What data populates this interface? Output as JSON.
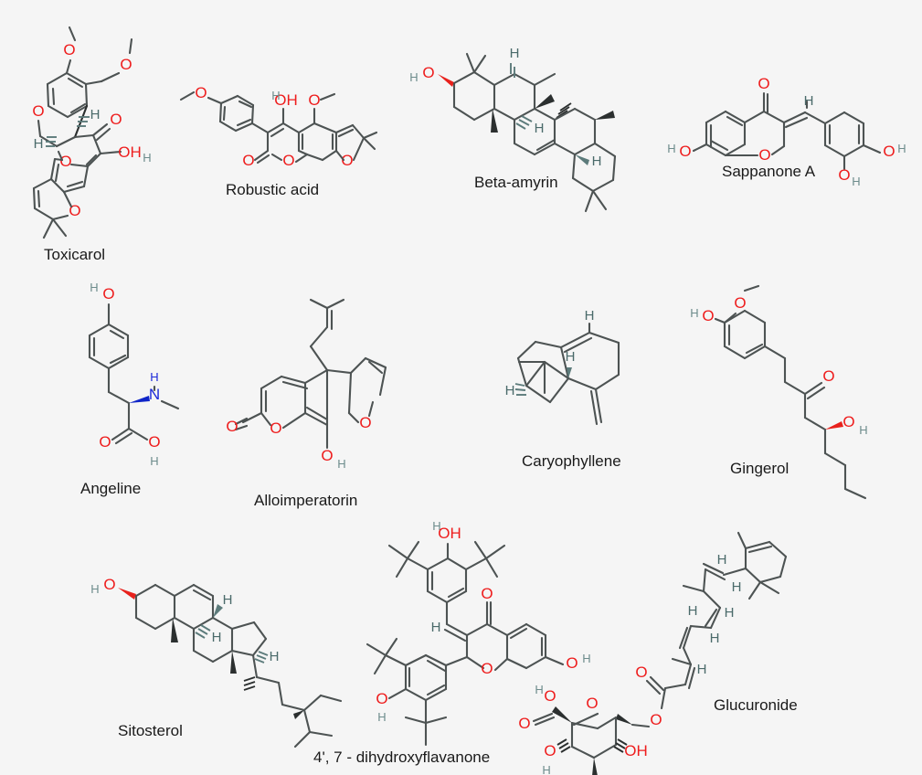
{
  "figure": {
    "type": "chemical-structure-grid",
    "background_color": "#f5f5f5",
    "bond_color": "#4d5353",
    "oxygen_color": "#ee1c1c",
    "nitrogen_color": "#1a28d8",
    "hydrogen_color": "#6d8c8c",
    "label_color": "#1a1a1a",
    "rows": 3,
    "columns": 4,
    "count": 11
  },
  "molecules": [
    {
      "id": "toxicarol",
      "label": "Toxicarol",
      "row": 1,
      "col": 1,
      "atom_labels": [
        "O",
        "O",
        "O",
        "O",
        "O",
        "O",
        "OH",
        "H",
        "H"
      ],
      "features": [
        "two methoxy groups",
        "chromene",
        "rotenoid core",
        "ketone",
        "phenol OH",
        "gem-dimethyl pyran"
      ]
    },
    {
      "id": "robustic-acid",
      "label": "Robustic acid",
      "row": 1,
      "col": 2,
      "atom_labels": [
        "O",
        "O",
        "OH",
        "O",
        "O",
        "O"
      ],
      "features": [
        "4-methoxyphenyl",
        "chromone",
        "hydroxyl",
        "methoxy",
        "2,2-dimethylpyran"
      ]
    },
    {
      "id": "beta-amyrin",
      "label": "Beta-amyrin",
      "row": 1,
      "col": 3,
      "atom_labels": [
        "HO",
        "H",
        "H",
        "H"
      ],
      "features": [
        "pentacyclic triterpene",
        "3-hydroxy",
        "olean-12-ene",
        "eight methyl groups"
      ]
    },
    {
      "id": "sappanone-a",
      "label": "Sappanone A",
      "row": 1,
      "col": 4,
      "atom_labels": [
        "O",
        "HO",
        "O",
        "OH",
        "OH",
        "H"
      ],
      "features": [
        "homoisoflavonoid",
        "benzylidene chroman-4-one",
        "7-hydroxy",
        "3',4'-dihydroxy"
      ]
    },
    {
      "id": "angeline",
      "label": "Angeline",
      "row": 2,
      "col": 1,
      "atom_labels": [
        "HO",
        "H",
        "N",
        "O",
        "OH"
      ],
      "features": [
        "N-methyl tyrosine",
        "phenol",
        "carboxylic acid",
        "stereocenter"
      ]
    },
    {
      "id": "alloimperatorin",
      "label": "Alloimperatorin",
      "row": 2,
      "col": 2,
      "atom_labels": [
        "O",
        "O",
        "O",
        "OH"
      ],
      "features": [
        "furanocoumarin",
        "prenyl side chain",
        "hydroxyl"
      ]
    },
    {
      "id": "caryophyllene",
      "label": "Caryophyllene",
      "row": 2,
      "col": 3,
      "atom_labels": [
        "H",
        "H",
        "H"
      ],
      "features": [
        "bicyclic sesquiterpene",
        "exocyclic methylene",
        "gem-dimethyl cyclobutane"
      ]
    },
    {
      "id": "gingerol",
      "label": "Gingerol",
      "row": 2,
      "col": 4,
      "atom_labels": [
        "HO",
        "O",
        "O",
        "OH"
      ],
      "features": [
        "vanillyl group",
        "methoxy",
        "ketone",
        "secondary alcohol",
        "pentyl chain"
      ]
    },
    {
      "id": "sitosterol",
      "label": "Sitosterol",
      "row": 3,
      "col": 1,
      "atom_labels": [
        "HO",
        "H",
        "H",
        "H"
      ],
      "features": [
        "steroid nucleus",
        "3-hydroxy",
        "delta-5 double bond",
        "ethyl side chain"
      ]
    },
    {
      "id": "dihydroxyflavanone",
      "label": "4', 7 - dihydroxyflavanone",
      "row": 3,
      "col": 2,
      "atom_labels": [
        "OH",
        "O",
        "O",
        "OH",
        "OH",
        "H"
      ],
      "features": [
        "flavanone core",
        "benzylidene",
        "four tert-butyl groups",
        "three hydroxyls"
      ]
    },
    {
      "id": "glucuronide",
      "label": "Glucuronide",
      "row": 3,
      "col": 3,
      "atom_labels": [
        "HO",
        "O",
        "O",
        "O",
        "O",
        "OH",
        "OH",
        "OH",
        "H",
        "H",
        "H",
        "H",
        "H"
      ],
      "features": [
        "retinoyl ester",
        "polyene chain",
        "trimethylcyclohexene",
        "glucuronic acid pyranose"
      ]
    }
  ]
}
